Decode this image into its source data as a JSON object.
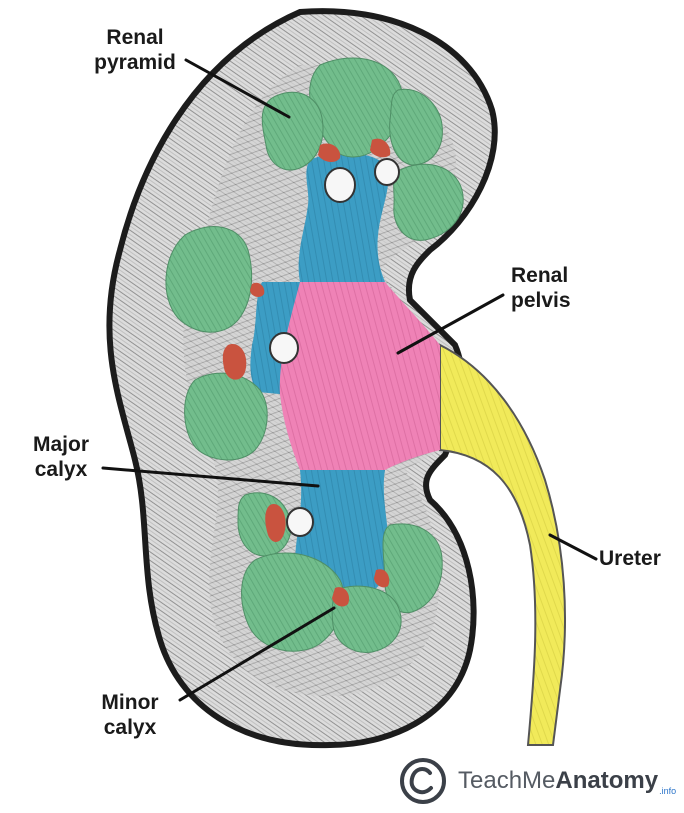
{
  "labels": {
    "renal_pyramid": {
      "line1": "Renal",
      "line2": "pyramid"
    },
    "renal_pelvis": {
      "line1": "Renal",
      "line2": "pelvis"
    },
    "major_calyx": {
      "line1": "Major",
      "line2": "calyx"
    },
    "minor_calyx": {
      "line1": "Minor",
      "line2": "calyx"
    },
    "ureter": "Ureter"
  },
  "logo": {
    "regular": "TeachMe",
    "bold": "Anatomy",
    "suffix": ".info"
  },
  "colors": {
    "pyramid": "#6fbb8a",
    "calyx": "#3a9bc2",
    "pelvis": "#ee7fb4",
    "ureter": "#f0ea57",
    "vessel": "#c9533f",
    "cortex": "#d8d8d8",
    "capsule": "#1c1c1c"
  }
}
